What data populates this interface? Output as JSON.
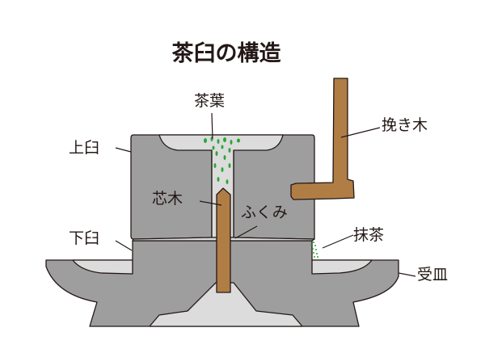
{
  "title": "茶臼の構造",
  "labels": {
    "tea_leaves": "茶葉",
    "upper_mill": "上臼",
    "core_pin": "芯木",
    "fukumi": "ふくみ",
    "lower_mill": "下臼",
    "handle": "挽き木",
    "matcha": "抹茶",
    "tray": "受皿"
  },
  "colors": {
    "stone": "#9e9e9f",
    "light": "#dcdcdc",
    "wood": "#b07d45",
    "leaf": "#2aa637",
    "line": "#231815"
  }
}
